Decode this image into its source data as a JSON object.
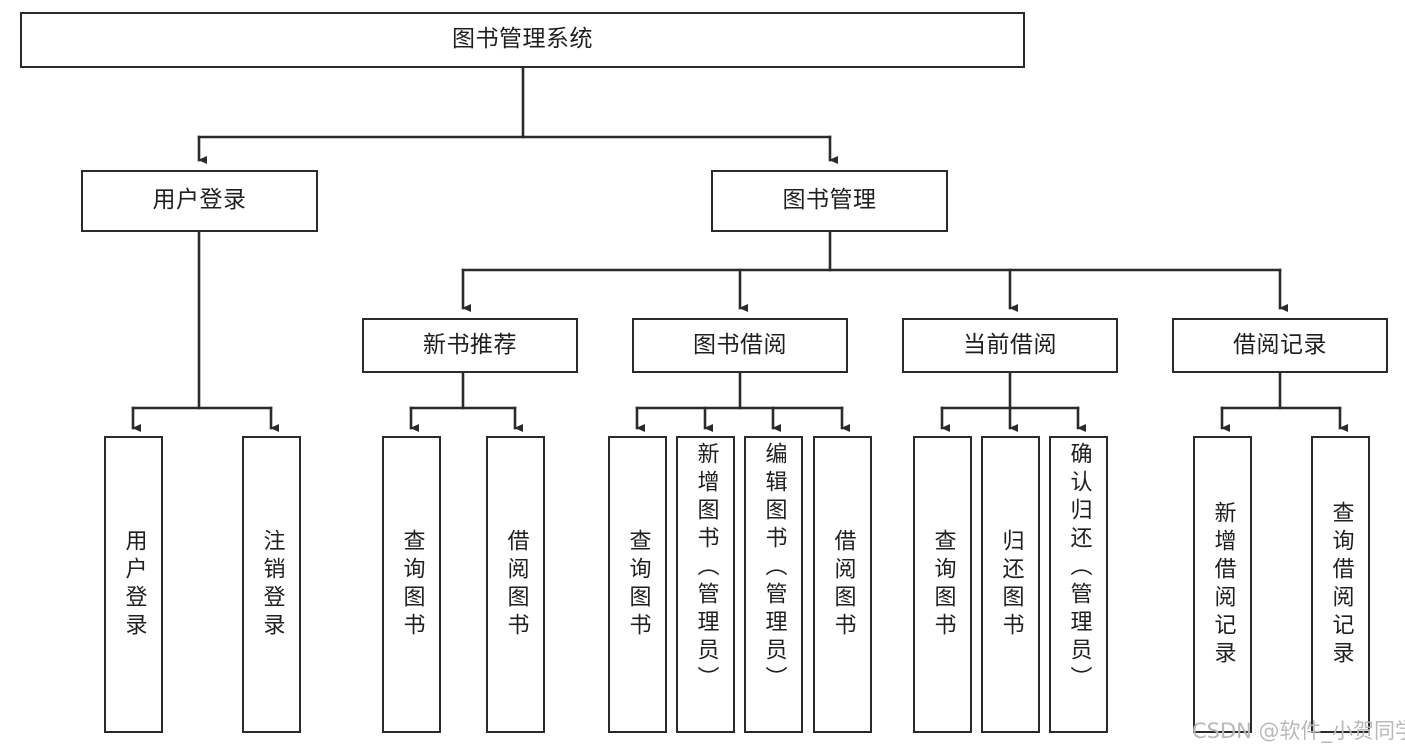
{
  "diagram": {
    "type": "tree-hierarchy",
    "orientation": "top-down",
    "title": "图书管理系统",
    "line_color": "#2b2b2b",
    "box_fill": "#ffffff",
    "text_color": "#1f1f1f",
    "watermark": "CSDN @软件_小贺同学",
    "watermark_color": "#b9b9b9"
  },
  "nodes": {
    "root": {
      "label": "图书管理系统",
      "level": 1
    },
    "level2": [
      {
        "id": "user-login",
        "label": "用户登录",
        "level": 2
      },
      {
        "id": "book-manage",
        "label": "图书管理",
        "level": 2
      }
    ],
    "level3": [
      {
        "id": "new-book-recommend",
        "label": "新书推荐",
        "level": 3,
        "parent": "book-manage"
      },
      {
        "id": "book-borrow",
        "label": "图书借阅",
        "level": 3,
        "parent": "book-manage"
      },
      {
        "id": "current-borrow",
        "label": "当前借阅",
        "level": 3,
        "parent": "book-manage"
      },
      {
        "id": "borrow-record",
        "label": "借阅记录",
        "level": 3,
        "parent": "book-manage"
      }
    ],
    "leaves": [
      {
        "id": "leaf-user-login",
        "label": "用户登录",
        "parent": "user-login"
      },
      {
        "id": "leaf-user-logout",
        "label": "注销登录",
        "parent": "user-login"
      },
      {
        "id": "leaf-query-book-1",
        "label": "查询图书",
        "parent": "new-book-recommend"
      },
      {
        "id": "leaf-borrow-book-1",
        "label": "借阅图书",
        "parent": "new-book-recommend"
      },
      {
        "id": "leaf-query-book-2",
        "label": "查询图书",
        "parent": "book-borrow"
      },
      {
        "id": "leaf-add-book",
        "label": "新增图书（管理员）",
        "parent": "book-borrow"
      },
      {
        "id": "leaf-edit-book",
        "label": "编辑图书（管理员）",
        "parent": "book-borrow"
      },
      {
        "id": "leaf-borrow-book-2",
        "label": "借阅图书",
        "parent": "book-borrow"
      },
      {
        "id": "leaf-query-book-3",
        "label": "查询图书",
        "parent": "current-borrow"
      },
      {
        "id": "leaf-return-book",
        "label": "归还图书",
        "parent": "current-borrow"
      },
      {
        "id": "leaf-confirm-return",
        "label": "确认归还（管理员）",
        "parent": "current-borrow"
      },
      {
        "id": "leaf-add-record",
        "label": "新增借阅记录",
        "parent": "borrow-record"
      },
      {
        "id": "leaf-query-record",
        "label": "查询借阅记录",
        "parent": "borrow-record"
      }
    ]
  }
}
